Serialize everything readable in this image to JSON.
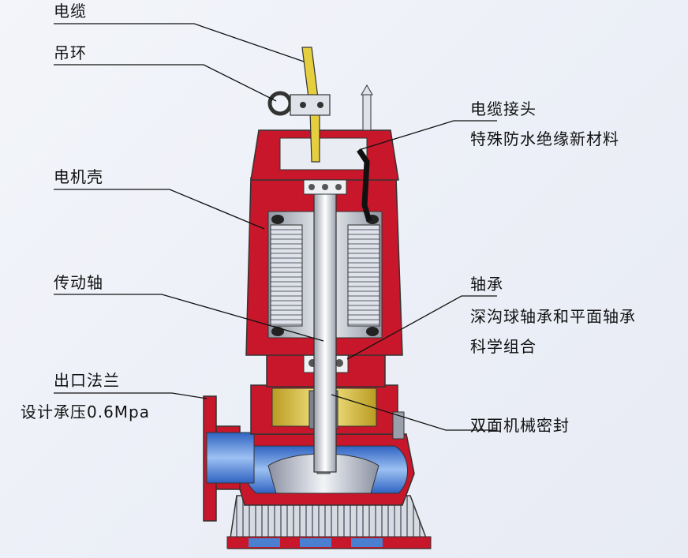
{
  "labels": {
    "cable": "电缆",
    "lifting_ring": "吊环",
    "cable_joint": "电缆接头",
    "cable_joint_desc": "特殊防水绝缘新材料",
    "motor_housing": "电机壳",
    "drive_shaft": "传动轴",
    "bearing": "轴承",
    "bearing_desc_1": "深沟球轴承和平面轴承",
    "bearing_desc_2": "科学组合",
    "outlet_flange": "出口法兰",
    "outlet_flange_desc": "设计承压0.6Mpa",
    "mechanical_seal": "双面机械密封"
  },
  "colors": {
    "casing_red": "#c8172a",
    "cable_yellow": "#e6cf3f",
    "stator_gray": "#b7bcc6",
    "volute_blue": "#4b7fd1",
    "leader_line": "#111111"
  }
}
